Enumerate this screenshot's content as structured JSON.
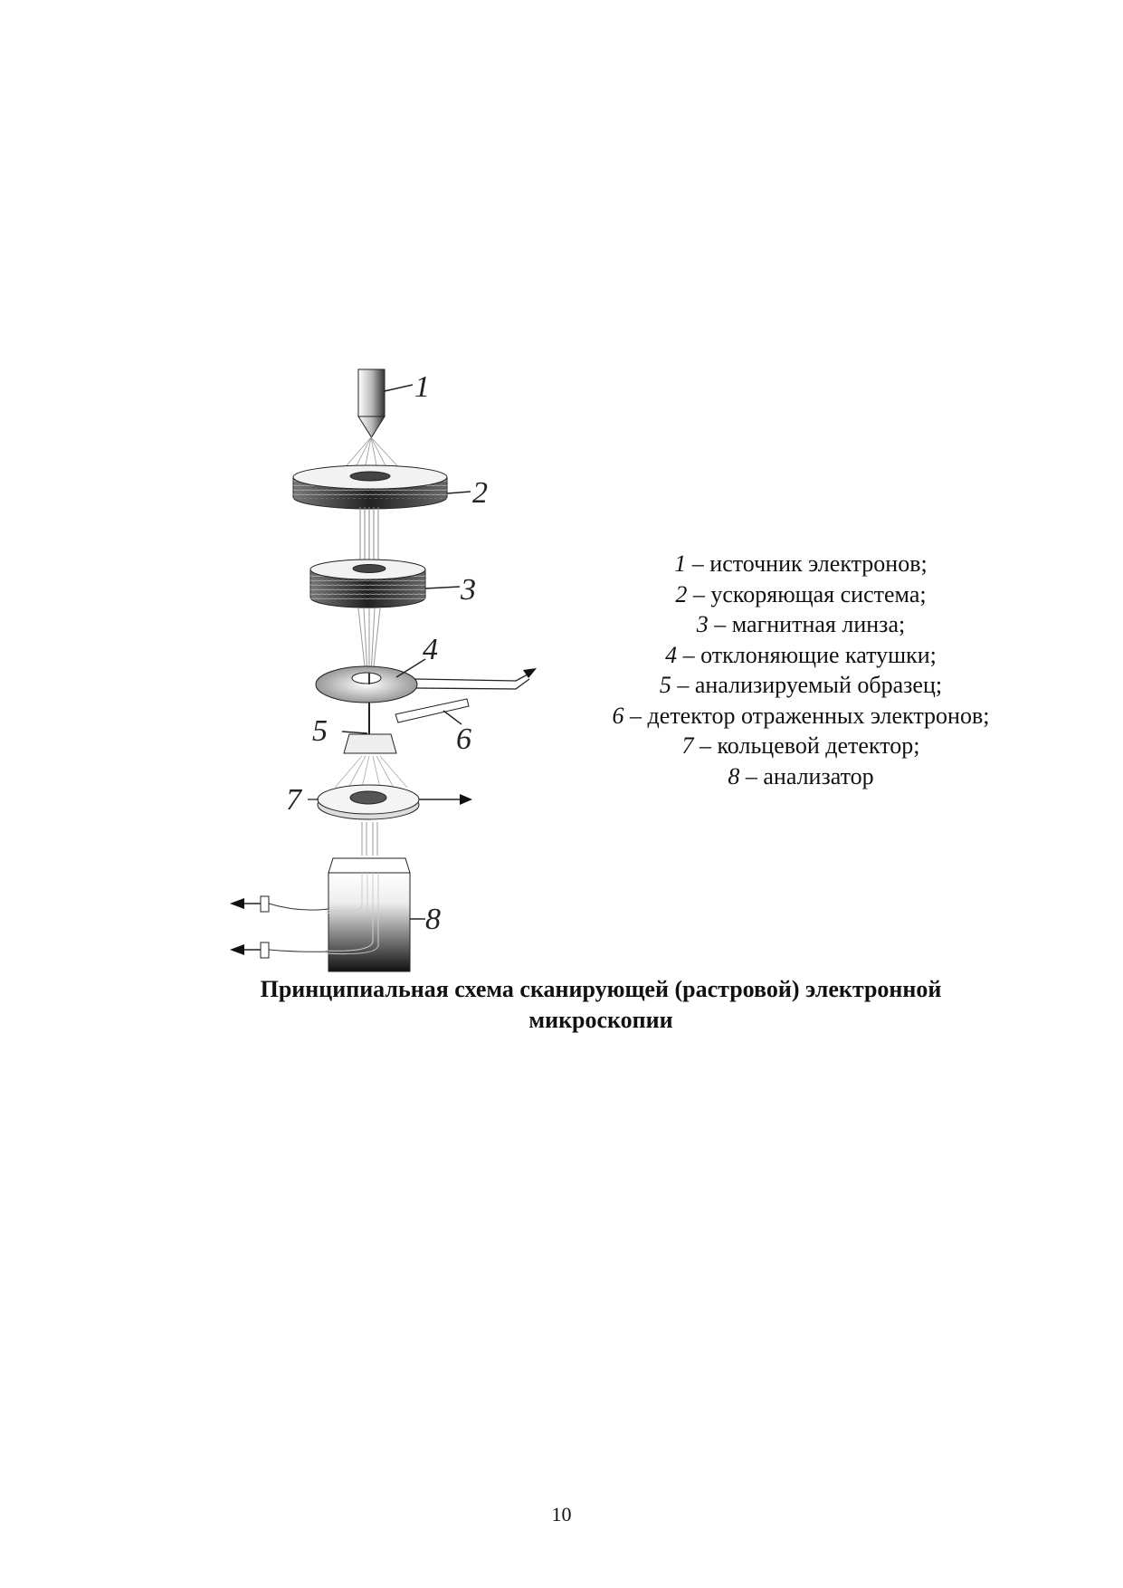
{
  "figure": {
    "labels": [
      "1",
      "2",
      "3",
      "4",
      "5",
      "6",
      "7",
      "8"
    ]
  },
  "legend": [
    {
      "num": "1",
      "text": " – источник электронов;"
    },
    {
      "num": "2",
      "text": " – ускоряющая система;"
    },
    {
      "num": "3",
      "text": " – магнитная линза;"
    },
    {
      "num": "4",
      "text": " – отклоняющие катушки;"
    },
    {
      "num": "5",
      "text": " – анализируемый образец;"
    },
    {
      "num": "6",
      "text": " – детектор отраженных электронов;"
    },
    {
      "num": "7",
      "text": " – кольцевой детектор;"
    },
    {
      "num": "8",
      "text": " – анализатор"
    }
  ],
  "caption": {
    "line1": "Принципиальная схема сканирующей (растровой) электронной",
    "line2": "микроскопии"
  },
  "page_number": "10"
}
